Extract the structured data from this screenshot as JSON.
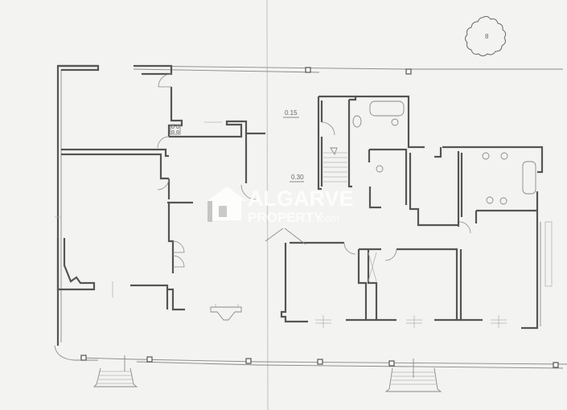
{
  "drawing": {
    "type": "architectural-floor-plan",
    "style": "scanned blueprint, black line drawing on off-white paper"
  },
  "watermark": {
    "line1": "ALGARVE",
    "line2": "PROPERTY",
    "suffix": ".com",
    "logo_icon": "house-icon"
  },
  "annotations": {
    "level_upper": "0.15",
    "level_lower": "0.30"
  },
  "tree_symbol": {
    "label": "8"
  },
  "colors": {
    "paper": "#f3f3f1",
    "lines": "#555555",
    "watermark": "#ffffff"
  }
}
